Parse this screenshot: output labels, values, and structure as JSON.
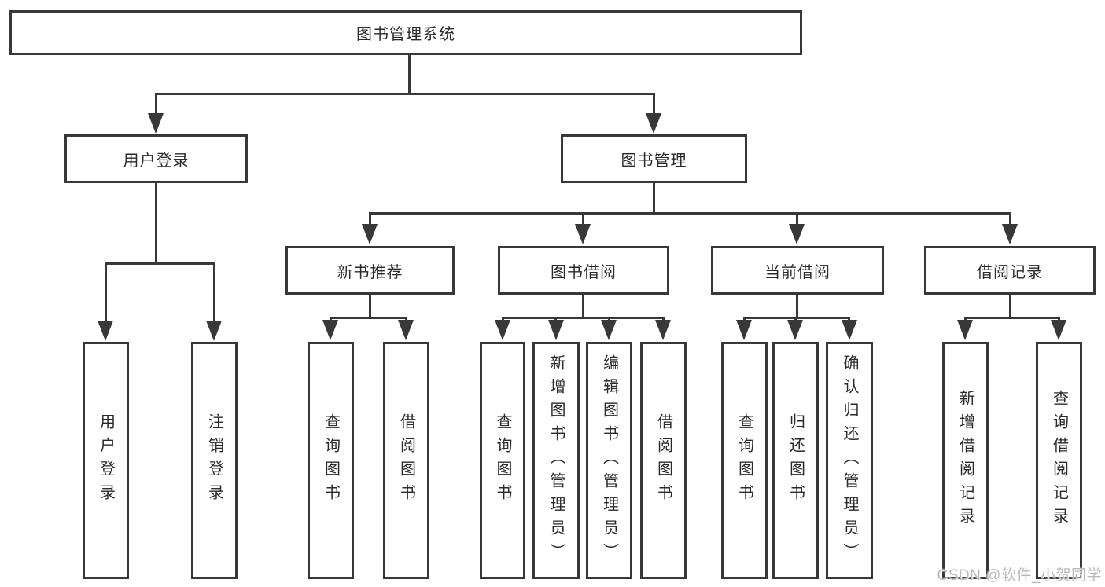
{
  "diagram": {
    "type": "hierarchy-tree",
    "root": {
      "label": "图书管理系统"
    },
    "level2": [
      {
        "label": "用户登录"
      },
      {
        "label": "图书管理"
      }
    ],
    "level3": [
      {
        "label": "新书推荐"
      },
      {
        "label": "图书借阅"
      },
      {
        "label": "当前借阅"
      },
      {
        "label": "借阅记录"
      }
    ],
    "leaves": {
      "user_login": [
        "用户登录",
        "注销登录"
      ],
      "new_book": [
        "查询图书",
        "借阅图书"
      ],
      "borrow": [
        "查询图书",
        "新增图书（管理员）",
        "编辑图书（管理员）",
        "借阅图书"
      ],
      "current": [
        "查询图书",
        "归还图书",
        "确认归还（管理员）"
      ],
      "records": [
        "新增借阅记录",
        "查询借阅记录"
      ]
    },
    "watermark": "CSDN @软件_小贺同学",
    "colors": {
      "line": "#383838",
      "text": "#2a2a2a",
      "watermark": "#b9b9b9",
      "background": "#ffffff"
    }
  }
}
